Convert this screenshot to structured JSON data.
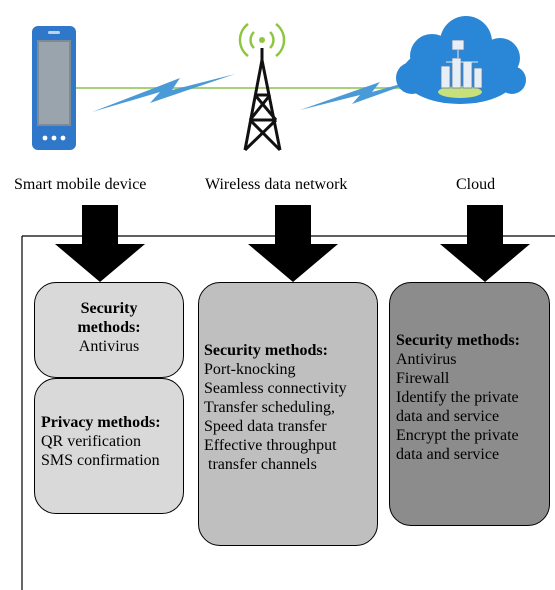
{
  "columns": [
    {
      "label": "Smart mobile device"
    },
    {
      "label": "Wireless data network"
    },
    {
      "label": "Cloud"
    }
  ],
  "device_security": {
    "heading": [
      "Security",
      "methods:"
    ],
    "items": [
      "Antivirus"
    ]
  },
  "device_privacy": {
    "heading": "Privacy methods:",
    "items": [
      "QR verification",
      "SMS confirmation"
    ]
  },
  "network_security": {
    "heading": "Security methods:",
    "items": [
      "Port-knocking",
      "Seamless connectivity",
      "Transfer scheduling,",
      "Speed data transfer",
      "Effective throughput",
      " transfer channels"
    ]
  },
  "cloud_security": {
    "heading": "Security methods:",
    "items": [
      "Antivirus",
      "Firewall",
      "Identify the private",
      "data and service",
      "Encrypt the private",
      "data and service"
    ]
  },
  "colors": {
    "box_light": "#d9d9d9",
    "box_mid": "#bfbfbf",
    "box_dark": "#8c8c8c",
    "phone_blue": "#2f77c9",
    "tower_green": "#8ec63f",
    "cloud_blue": "#2a86d6",
    "bolt_blue": "#4a9ad8"
  }
}
